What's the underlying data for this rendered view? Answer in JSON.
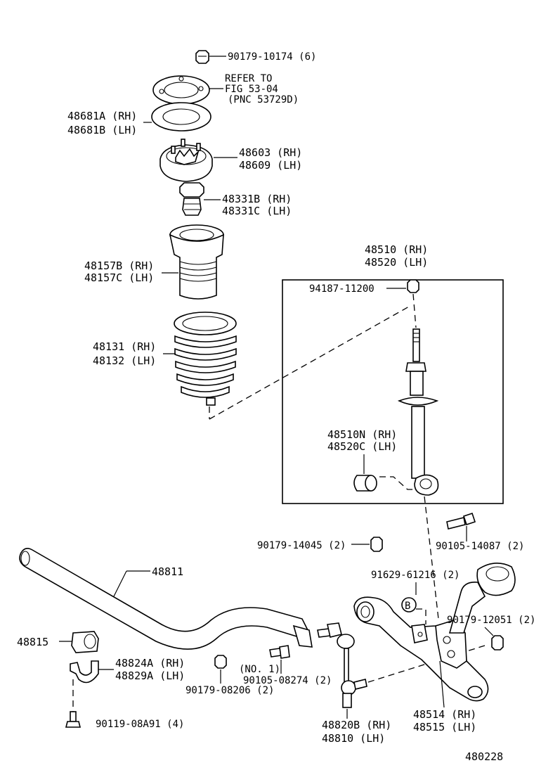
{
  "labels": {
    "nut_top": "90179-10174 (6)",
    "refer1": "REFER TO",
    "refer2": "FIG 53-04",
    "refer3": "(PNC 53729D)",
    "p48681a": "48681A (RH)",
    "p48681b": "48681B (LH)",
    "p48603": "48603 (RH)",
    "p48609": "48609 (LH)",
    "p48331b": "48331B (RH)",
    "p48331c": "48331C (LH)",
    "p48157b": "48157B (RH)",
    "p48157c": "48157C (LH)",
    "p48131": "48131 (RH)",
    "p48132": "48132 (LH)",
    "p48510": "48510 (RH)",
    "p48520": "48520 (LH)",
    "p94187": "94187-11200",
    "p48510n": "48510N (RH)",
    "p48520c": "48520C (LH)",
    "p90179_14045": "90179-14045 (2)",
    "p90105_14087": "90105-14087 (2)",
    "p48811": "48811",
    "p91629": "91629-61216 (2)",
    "callout_b": "B",
    "p90179_12051": "90179-12051 (2)",
    "p48815": "48815",
    "p48824a": "48824A (RH)",
    "p48829a": "48829A (LH)",
    "no1": "(NO. 1)",
    "p90105_08274": "90105-08274 (2)",
    "p90179_08206": "90179-08206 (2)",
    "p90119": "90119-08A91 (4)",
    "p48820b": "48820B (RH)",
    "p48810": "48810  (LH)",
    "p48514": "48514 (RH)",
    "p48515": "48515 (LH)",
    "drawing_no": "480228"
  }
}
